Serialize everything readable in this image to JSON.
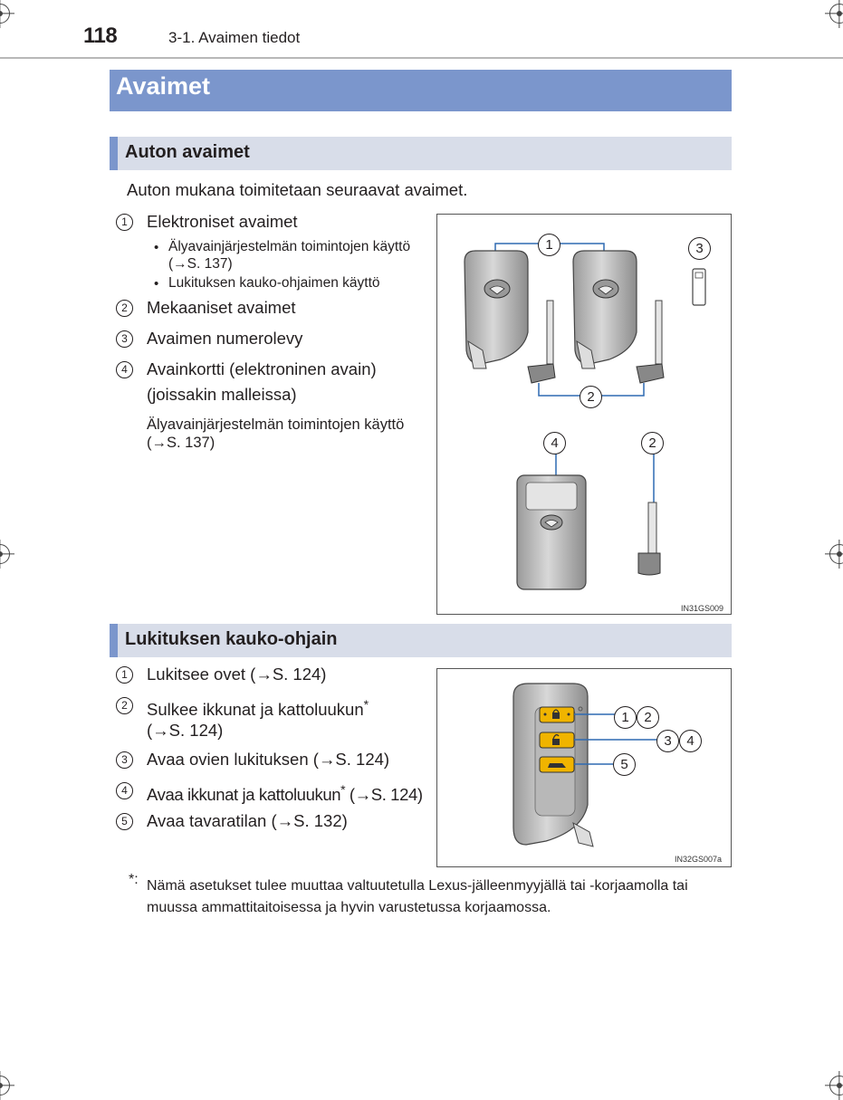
{
  "header": {
    "page_number": "118",
    "section": "3-1. Avaimen tiedot"
  },
  "title": "Avaimet",
  "section1": {
    "heading": "Auton avaimet",
    "intro": "Auton mukana toimitetaan seuraavat avaimet.",
    "items": [
      {
        "num": "1",
        "text": "Elektroniset avaimet",
        "bullets": [
          {
            "line1": "Älyavainjärjestelmän toimintojen käyttö",
            "line2": "(→S. 137)"
          },
          {
            "line1": "Lukituksen kauko-ohjaimen käyttö"
          }
        ]
      },
      {
        "num": "2",
        "text": "Mekaaniset avaimet"
      },
      {
        "num": "3",
        "text": "Avaimen numerolevy"
      },
      {
        "num": "4",
        "text": "Avainkortti (elektroninen avain)",
        "text2": "(joissakin malleissa)",
        "note1": "Älyavainjärjestelmän toimintojen käyttö",
        "note2": "(→S. 137)"
      }
    ],
    "figure_code": "IN31GS009",
    "figure_labels": [
      "1",
      "2",
      "3",
      "4",
      "2"
    ]
  },
  "section2": {
    "heading": "Lukituksen kauko-ohjain",
    "items": [
      {
        "num": "1",
        "text": "Lukitsee ovet (→S. 124)"
      },
      {
        "num": "2",
        "text": "Sulkee ikkunat ja kattoluukun",
        "star": "*",
        "text2": "(→S. 124)"
      },
      {
        "num": "3",
        "text": "Avaa ovien lukituksen (→S. 124)"
      },
      {
        "num": "4",
        "text": "Avaa ikkunat ja kattoluukun",
        "star": "*",
        "text_after": " (→S. 124)"
      },
      {
        "num": "5",
        "text": "Avaa tavaratilan (→S. 132)"
      }
    ],
    "figure_code": "IN32GS007a",
    "figure_labels": [
      "1",
      "2",
      "3",
      "4",
      "5"
    ]
  },
  "footnote": {
    "marker": "*:",
    "line1": "Nämä asetukset tulee muuttaa valtuutetulla Lexus-jälleenmyyjällä tai -korjaamolla tai",
    "line2": "muussa ammattitaitoisessa ja hyvin varustetussa korjaamossa."
  },
  "colors": {
    "title_bar": "#7b96cc",
    "subheading_bar": "#d8dde9",
    "button_yellow": "#f0b400"
  }
}
